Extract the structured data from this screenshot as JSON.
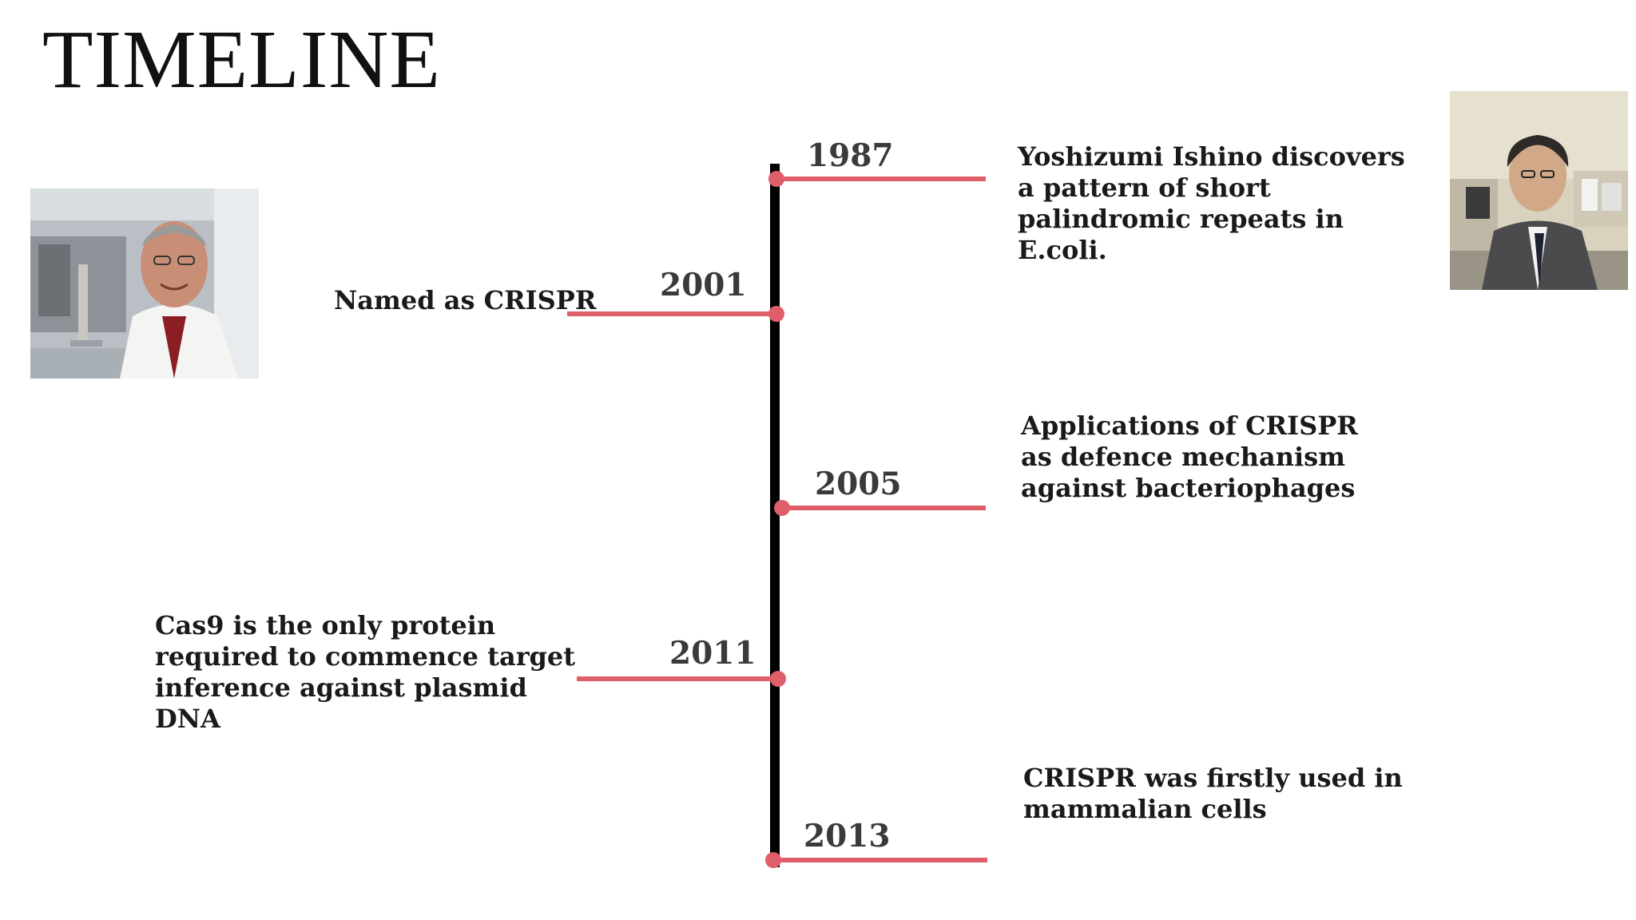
{
  "title": "TIMELINE",
  "colors": {
    "axis": "#000000",
    "connector": "#e05d6a",
    "year_text": "#3a3a3a",
    "event_text": "#1a1a1a"
  },
  "timeline": [
    {
      "year": "1987",
      "side": "right",
      "text": "Yoshizumi Ishino discovers a pattern of short palindromic repeats in E.coli."
    },
    {
      "year": "2001",
      "side": "left",
      "text": "Named as CRISPR"
    },
    {
      "year": "2005",
      "side": "right",
      "text": "Applications of CRISPR as defence mechanism against bacteriophages"
    },
    {
      "year": "2011",
      "side": "left",
      "text": "Cas9 is the only protein required to commence target inference against plasmid DNA"
    },
    {
      "year": "2013",
      "side": "right",
      "text": "CRISPR was firstly used in mammalian cells"
    }
  ]
}
